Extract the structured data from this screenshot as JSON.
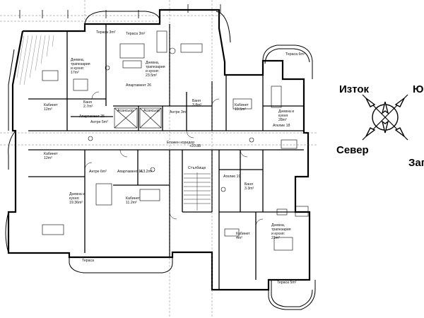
{
  "plan": {
    "rooms": {
      "terrace_nw": "Тераса 3m²",
      "terrace_n": "Тераса 3m²",
      "living_nw": [
        "Дневна,",
        "трапезария",
        "и кухня:",
        "17m²"
      ],
      "living_n": [
        "Дневна,",
        "трапезария",
        "и кухня:",
        "23.5m²"
      ],
      "apartment_26": "Апартамент 26",
      "bath_27": [
        "Баня",
        "2.7m²"
      ],
      "lift_1": "Асансьор",
      "lift_2": "Асансьор",
      "antre_3": "Антре 3m²",
      "bath_38": [
        "Баня",
        "3.8m²"
      ],
      "cabinet_12_nw": [
        "Кабинет",
        "12m²"
      ],
      "apartment_25": "Апартамент 25",
      "antre_5": "Антре 5m²",
      "cabinet_105": [
        "Кабинет",
        "10.5m²"
      ],
      "living_e": [
        "Дневна и",
        "кухня",
        "28m²"
      ],
      "terrace_ne": "Тераса 6m²",
      "atelier_18": "Ателие 18",
      "corridor": "Етажен коридор",
      "level": "+20.88",
      "cabinet_12_w": [
        "Кабинет",
        "12m²"
      ],
      "antre_6": "Антре 6m²",
      "apartment_16": "Апартамент 16",
      "area_32": "4.3.2m²",
      "stairs": "Стълбище",
      "atelier_19": "Ателие 19",
      "bath_33": [
        "Баня",
        "3.3m²"
      ],
      "living_sw": [
        "Дневна и",
        "кухня:",
        "19.36m²"
      ],
      "cabinet_112": [
        "Кабинет",
        "11.2m²"
      ],
      "cabinet_4": [
        "Кабинет",
        "4m²"
      ],
      "living_se": [
        "Дневна,",
        "трапезария",
        "и кухня:",
        "21m²"
      ],
      "terrace_s": "Тераса",
      "terrace_se": "Тераса 5m²"
    }
  },
  "compass": {
    "east": "Изток",
    "south": "Юг",
    "north": "Север",
    "west": "Запад"
  }
}
